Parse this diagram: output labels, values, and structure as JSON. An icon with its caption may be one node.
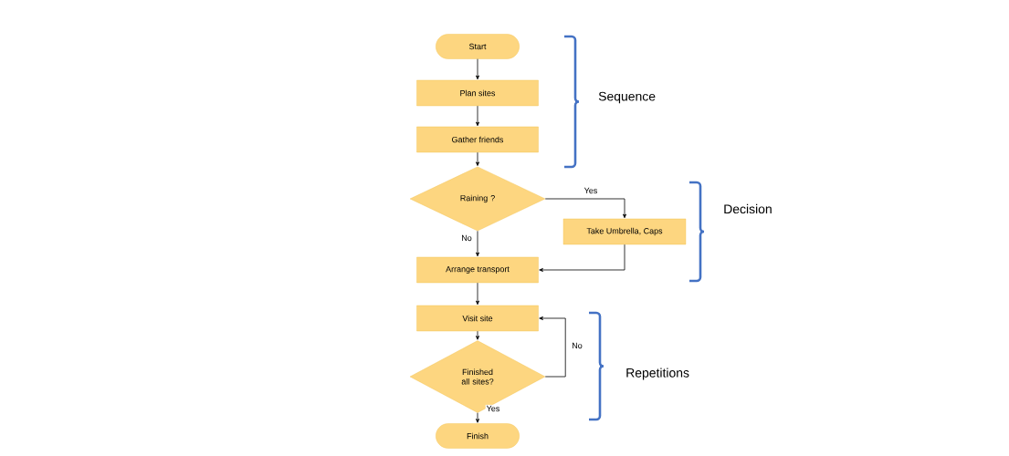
{
  "diagram": {
    "nodes": [
      {
        "text": [
          "Start"
        ]
      },
      {
        "text": [
          "Plan sites"
        ]
      },
      {
        "text": [
          "Gather friends"
        ]
      },
      {
        "text": [
          "Raining ?"
        ]
      },
      {
        "text": [
          "Take Umbrella, Caps"
        ]
      },
      {
        "text": [
          "Arrange transport"
        ]
      },
      {
        "text": [
          "Visit site"
        ]
      },
      {
        "text": [
          "Finished all sites?"
        ]
      },
      {
        "text": [
          "Finish"
        ]
      }
    ],
    "edges": [
      {
        "from": 0,
        "to": 1,
        "arrow": "to"
      },
      {
        "from": 1,
        "to": 2,
        "arrow": "to"
      },
      {
        "from": 2,
        "to": 3,
        "arrow": "to"
      },
      {
        "from": 3,
        "to": 4,
        "arrow": "to",
        "label": "Yes"
      },
      {
        "from": 3,
        "to": 5,
        "arrow": "to",
        "label": "No"
      },
      {
        "from": 4,
        "to": 5,
        "arrow": "to"
      },
      {
        "from": 5,
        "to": 6,
        "arrow": "to"
      },
      {
        "from": 6,
        "to": 7,
        "arrow": "to"
      },
      {
        "from": 7,
        "to": 6,
        "arrow": "to",
        "label": "No"
      },
      {
        "from": 7,
        "to": 8,
        "arrow": "to",
        "label": "Yes"
      }
    ],
    "labels": [
      "Sequence",
      "Decision",
      "Repetitions"
    ]
  }
}
